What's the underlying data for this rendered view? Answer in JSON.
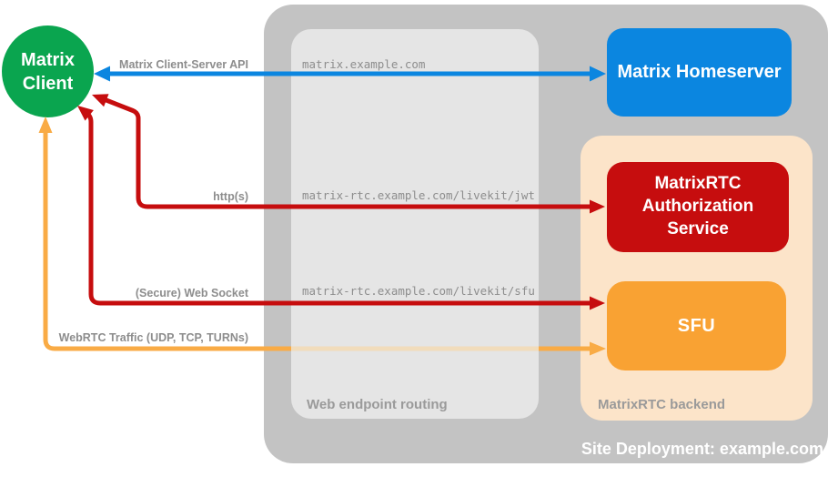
{
  "deployment": {
    "label": "Site Deployment: example.com"
  },
  "regions": {
    "web_endpoint_routing": {
      "label": "Web endpoint routing"
    },
    "matrixrtc_backend": {
      "label": "MatrixRTC backend"
    }
  },
  "nodes": {
    "matrix_client": {
      "label": "Matrix Client"
    },
    "matrix_homeserver": {
      "label": "Matrix Homeserver"
    },
    "matrixrtc_auth_service": {
      "label": "MatrixRTC Authorization Service"
    },
    "sfu": {
      "label": "SFU"
    }
  },
  "connections": [
    {
      "id": "matrix-client-server-api",
      "label": "Matrix Client-Server API",
      "endpoint": "matrix.example.com",
      "color": "#0b86e0",
      "from": "matrix_client",
      "to": "matrix_homeserver"
    },
    {
      "id": "https-jwt",
      "label": "http(s)",
      "endpoint": "matrix-rtc.example.com/livekit/jwt",
      "color": "#c60d0e",
      "from": "matrix_client",
      "to": "matrixrtc_auth_service"
    },
    {
      "id": "secure-web-socket",
      "label": "(Secure) Web Socket",
      "endpoint": "matrix-rtc.example.com/livekit/sfu",
      "color": "#c60d0e",
      "from": "matrix_client",
      "to": "sfu"
    },
    {
      "id": "webrtc-traffic",
      "label": "WebRTC Traffic (UDP, TCP, TURNs)",
      "endpoint": "",
      "color": "#f9ab45",
      "from": "matrix_client",
      "to": "sfu"
    }
  ],
  "colors": {
    "green": "#0aa54f",
    "blue": "#0b86e0",
    "red": "#c60d0e",
    "orange": "#f9a233",
    "orange-arrow": "#f9ab45",
    "orange-faded": "#f1dcbb",
    "peach": "#fce4c9",
    "gray-outer": "#c3c3c3",
    "gray-inner": "#e5e5e5",
    "label-gray": "#8d8d8d",
    "region-label": "#9a9a9a"
  }
}
